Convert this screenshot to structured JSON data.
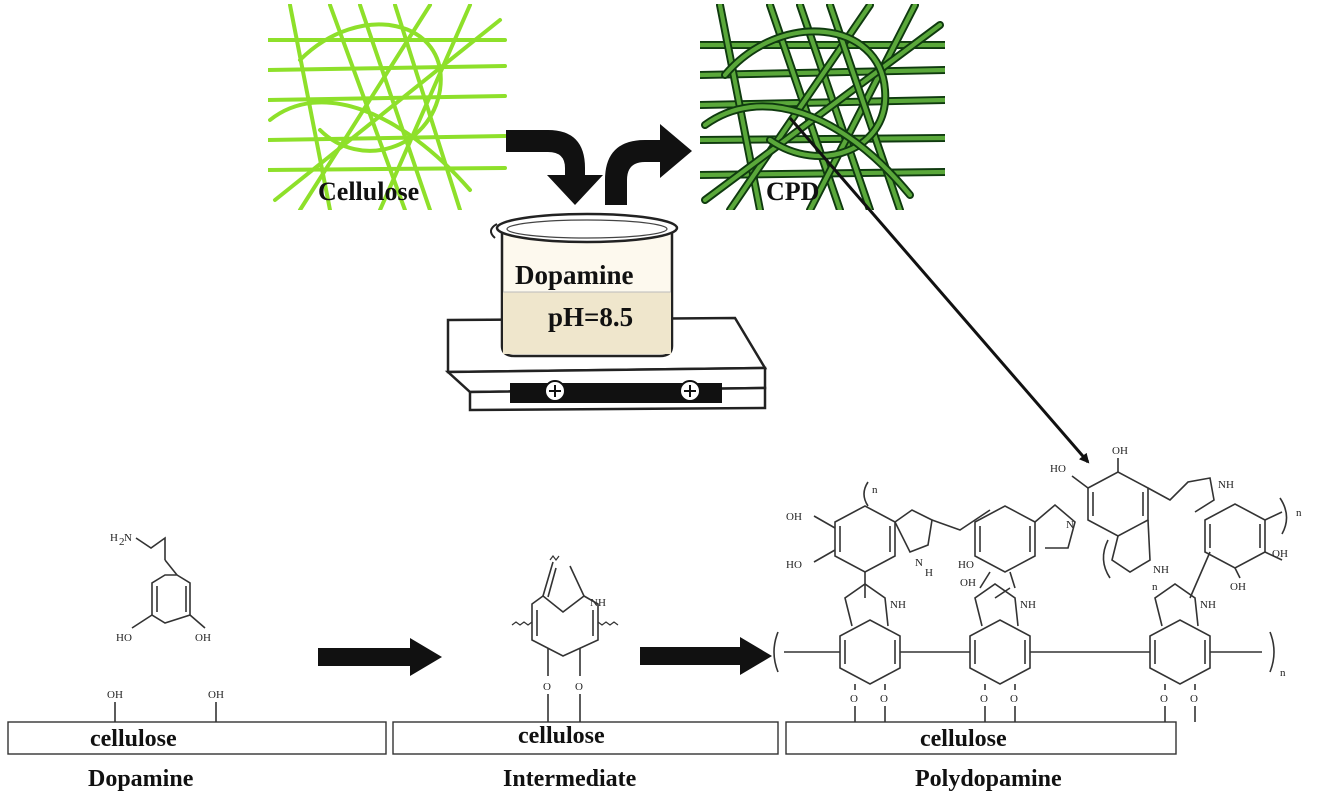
{
  "labels": {
    "cellulose_fibers": "Cellulose",
    "coated_fibers": "CPD",
    "beaker_line1": "Dopamine",
    "beaker_line2": "pH=8.5",
    "substrate": "cellulose",
    "stage_dopamine": "Dopamine",
    "stage_intermediate": "Intermediate",
    "stage_polydopamine": "Polydopamine"
  },
  "chem": {
    "h2n": "H",
    "h2n_sub": "2",
    "h2n_n": "N",
    "oh": "OH",
    "ho": "HO",
    "nh": "NH",
    "n": "N",
    "h": "H",
    "o": "O",
    "sub_n": "n"
  },
  "colors": {
    "cellulose_fiber": "#8ee02a",
    "cpd_fiber_outline": "#0f3a0f",
    "cpd_fiber_fill": "#5aa83a",
    "arrow": "#111111"
  }
}
